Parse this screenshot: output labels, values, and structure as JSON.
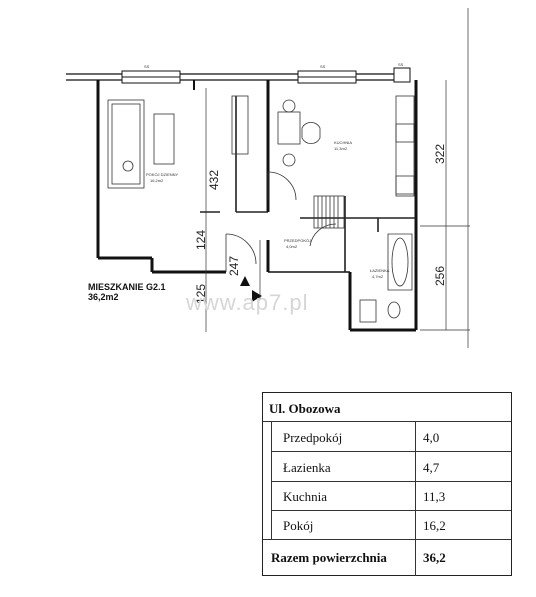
{
  "plan": {
    "unit_name": "MIESZKANIE G2.1",
    "unit_area": "36,2m2",
    "watermark": "www.ap7.pl",
    "dimensions": [
      "432",
      "124",
      "125",
      "247",
      "322",
      "256"
    ],
    "window_marks": [
      "SS",
      "SS",
      "SS"
    ],
    "room_labels": [
      {
        "name": "POKÓJ DZIENNY",
        "area": "16,2m2"
      },
      {
        "name": "KUCHNIA",
        "area": "11,3m2"
      },
      {
        "name": "ŁAZIENKA",
        "area": "4,7m2"
      },
      {
        "name": "PRZEDPOKÓJ",
        "area": "4,0m2"
      }
    ]
  },
  "table": {
    "title": "Ul. Obozowa",
    "rows": [
      {
        "label": "Przedpokój",
        "value": "4,0"
      },
      {
        "label": "Łazienka",
        "value": "4,7"
      },
      {
        "label": "Kuchnia",
        "value": "11,3"
      },
      {
        "label": "Pokój",
        "value": "16,2"
      }
    ],
    "total_label": "Razem powierzchnia",
    "total_value": "36,2"
  }
}
